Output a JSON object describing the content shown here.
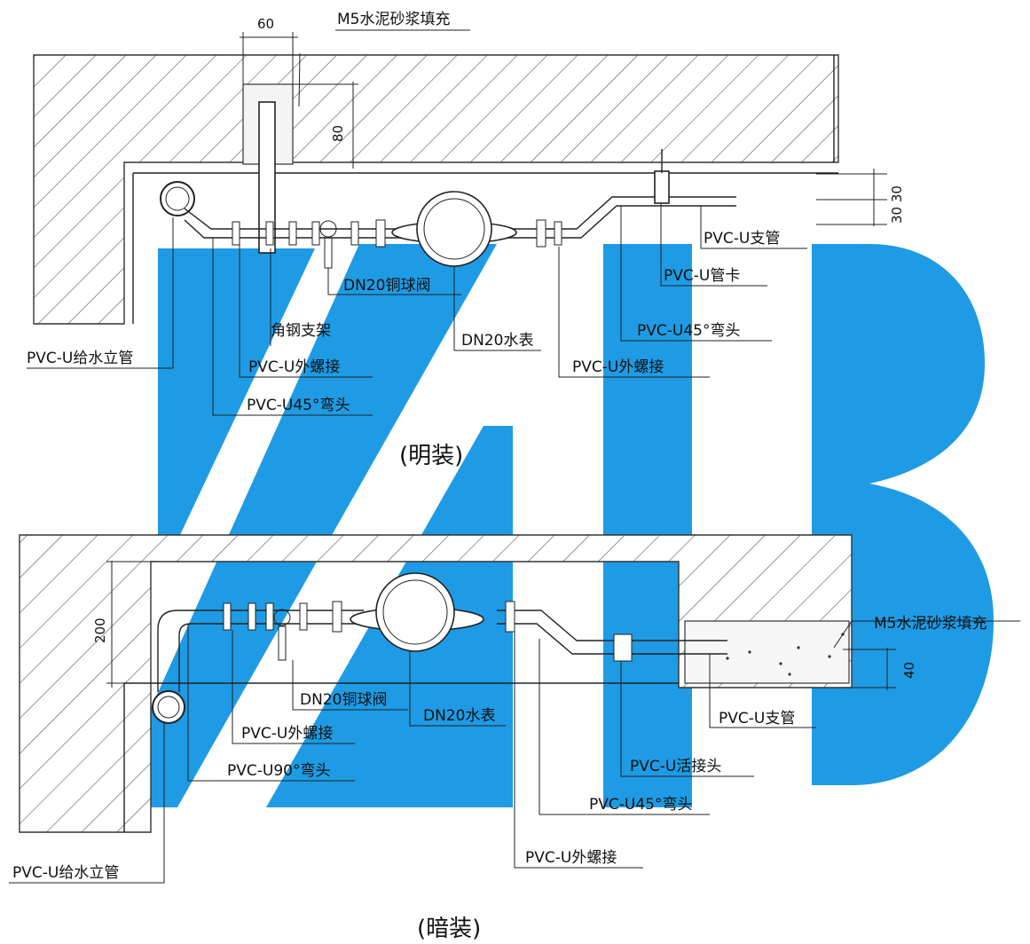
{
  "colors": {
    "watermark": "#1e9be4",
    "ink": "#222222",
    "background": "#ffffff"
  },
  "top": {
    "caption": "(明装)",
    "labels": {
      "mortar_fill": "M5水泥砂浆填充",
      "dim_60": "60",
      "dim_80": "80",
      "dim_30": "30 30",
      "branch_pipe": "PVC-U支管",
      "pipe_clip": "PVC-U管卡",
      "ball_valve": "DN20铜球阀",
      "elbow45_right": "PVC-U45°弯头",
      "angle_bracket": "角钢支架",
      "water_meter": "DN20水表",
      "riser": "PVC-U给水立管",
      "ext_thread_left": "PVC-U外螺接",
      "ext_thread_right": "PVC-U外螺接",
      "elbow45_left": "PVC-U45°弯头"
    }
  },
  "bottom": {
    "caption": "(暗装)",
    "labels": {
      "mortar_fill": "M5水泥砂浆填充",
      "dim_200": "200",
      "dim_40": "40",
      "ball_valve": "DN20铜球阀",
      "water_meter": "DN20水表",
      "branch_pipe": "PVC-U支管",
      "ext_thread_left": "PVC-U外螺接",
      "elbow90": "PVC-U90°弯头",
      "union": "PVC-U活接头",
      "elbow45": "PVC-U45°弯头",
      "ext_thread_right": "PVC-U外螺接",
      "riser": "PVC-U给水立管"
    }
  }
}
